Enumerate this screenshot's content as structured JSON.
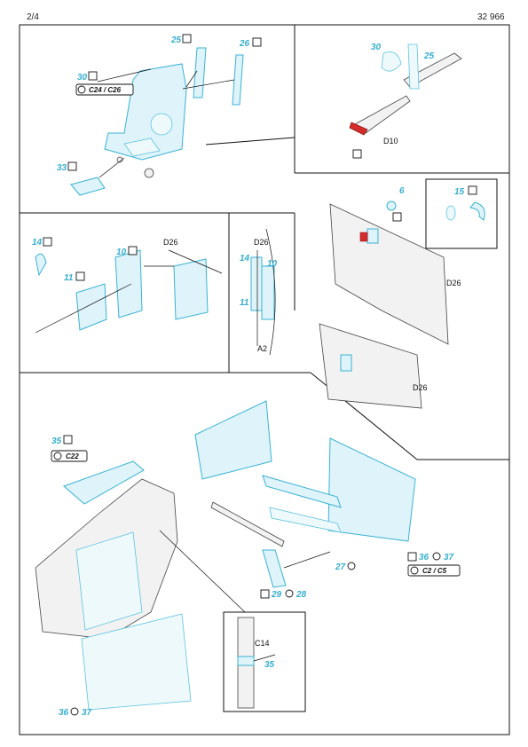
{
  "header": {
    "page": "2/4",
    "code": "32 966"
  },
  "parts": {
    "p25a": "25",
    "p26a": "26",
    "p30a": "30",
    "p33": "33",
    "p30b": "30",
    "p25b": "25",
    "p6": "6",
    "p15": "15",
    "p14a": "14",
    "p11a": "11",
    "p10a": "10",
    "p14b": "14",
    "p10b": "10",
    "p11b": "11",
    "p35a": "35",
    "p36a": "36",
    "p37a": "37",
    "p27": "27",
    "p29": "29",
    "p28": "28",
    "p35b": "35",
    "p36b": "36",
    "p37b": "37"
  },
  "refs": {
    "d10": "D10",
    "d26a": "D26",
    "d26b": "D26",
    "d26c": "D26",
    "d26d": "D26",
    "a2": "A2",
    "c14": "C14"
  },
  "tags": {
    "seat": "C24 / C26",
    "c22": "C22",
    "c2c5": "C2 / C5"
  },
  "icons": {
    "check": "check-icon",
    "bend": "bend-icon",
    "remove": "remove-plastic-icon",
    "paint": "paint-icon"
  }
}
